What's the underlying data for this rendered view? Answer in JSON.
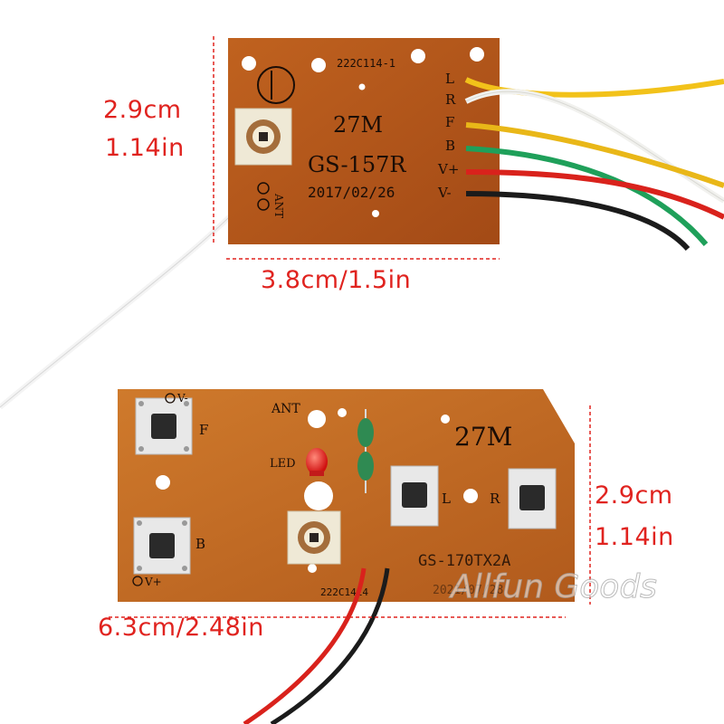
{
  "dimensions": {
    "receiver_height_cm": "2.9cm",
    "receiver_height_in": "1.14in",
    "receiver_width": "3.8cm/1.5in",
    "transmitter_height_cm": "2.9cm",
    "transmitter_height_in": "1.14in",
    "transmitter_width": "6.3cm/2.48in"
  },
  "receiver_board": {
    "part_code": "222C114-1",
    "frequency": "27M",
    "model": "GS-157R",
    "date": "2017/02/26",
    "antenna_label": "ANT",
    "pin_labels": [
      "L",
      "R",
      "F",
      "B",
      "V+",
      "V-"
    ],
    "wire_colors": [
      "#f2c21a",
      "#f1f1ee",
      "#e9b718",
      "#1fa05a",
      "#d9221c",
      "#1b1b1b"
    ]
  },
  "transmitter_board": {
    "frequency": "27M",
    "model": "GS-170TX2A",
    "part_code": "222C1414",
    "date": "2021/07/28",
    "antenna_label": "ANT",
    "led_label": "LED",
    "button_labels": {
      "forward": "F",
      "back": "B",
      "left": "L",
      "right": "R"
    },
    "power_labels": {
      "v_minus": "V-",
      "v_plus": "V+"
    }
  },
  "watermark": "Allfun Goods",
  "colors": {
    "pcb": "#b3541c",
    "pcb_dark": "#8f3f12",
    "dimension_text": "#e0231f"
  }
}
